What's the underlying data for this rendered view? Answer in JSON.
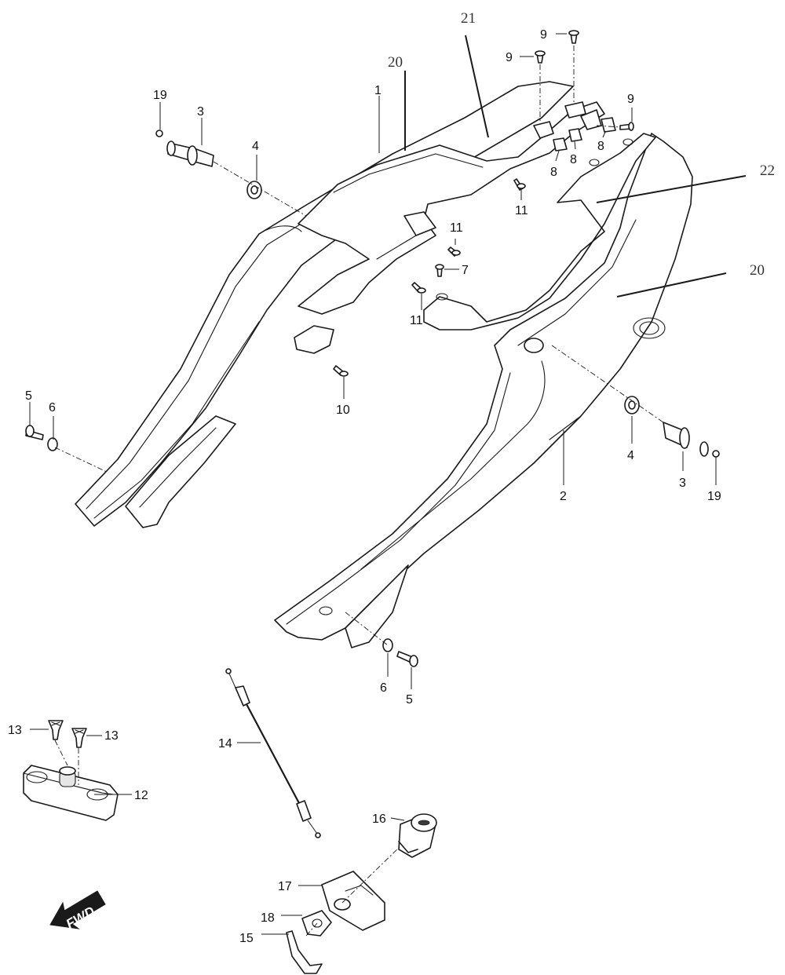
{
  "callouts": {
    "n1": "1",
    "n2": "2",
    "n3a": "3",
    "n3b": "3",
    "n4a": "4",
    "n4b": "4",
    "n5a": "5",
    "n5b": "5",
    "n6a": "6",
    "n6b": "6",
    "n7": "7",
    "n8a": "8",
    "n8b": "8",
    "n8c": "8",
    "n9a": "9",
    "n9b": "9",
    "n9c": "9",
    "n10": "10",
    "n11a": "11",
    "n11b": "11",
    "n11c": "11",
    "n12": "12",
    "n13a": "13",
    "n13b": "13",
    "n14": "14",
    "n15": "15",
    "n16": "16",
    "n17": "17",
    "n18": "18",
    "n19a": "19",
    "n19b": "19",
    "n20a": "20",
    "n20b": "20",
    "n21": "21",
    "n22": "22"
  },
  "direction": {
    "label": "FWD"
  }
}
